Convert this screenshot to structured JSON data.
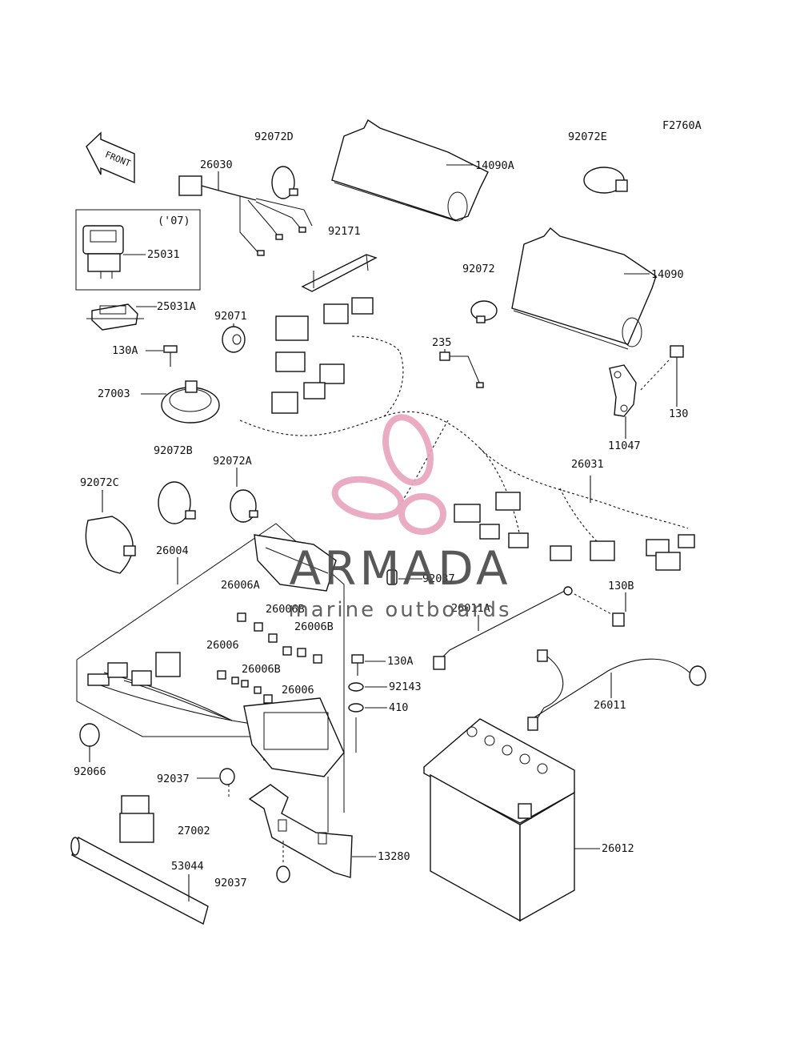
{
  "diagram_code": "F2760A",
  "front_arrow": {
    "text": "FRONT",
    "icon": "front-arrow-icon"
  },
  "inset_year": "('07)",
  "watermark": {
    "brand": "ARMADA",
    "tagline": "marine outboards",
    "icon": "propeller-logo-icon",
    "brand_color": "#4a4a4a",
    "logo_color": "#e8a6bd"
  },
  "labels": {
    "l_26030": "26030",
    "l_25031": "25031",
    "l_25031A": "25031A",
    "l_130A_top": "130A",
    "l_27003": "27003",
    "l_92072D": "92072D",
    "l_92171": "92171",
    "l_92071": "92071",
    "l_14090A": "14090A",
    "l_92072E": "92072E",
    "l_92072": "92072",
    "l_14090": "14090",
    "l_235": "235",
    "l_130": "130",
    "l_11047": "11047",
    "l_26031": "26031",
    "l_92072B": "92072B",
    "l_92072A": "92072A",
    "l_92072C": "92072C",
    "l_26004": "26004",
    "l_26006A": "26006A",
    "l_26006B_1": "26006B",
    "l_26006B_2": "26006B",
    "l_26006_1": "26006",
    "l_26006B_3": "26006B",
    "l_26006_2": "26006",
    "l_92037_mid": "92037",
    "l_130A_mid": "130A",
    "l_92143": "92143",
    "l_410": "410",
    "l_26011A": "26011A",
    "l_130B": "130B",
    "l_26011": "26011",
    "l_92066": "92066",
    "l_92037_low": "92037",
    "l_27002": "27002",
    "l_53044": "53044",
    "l_92037_bot": "92037",
    "l_13280": "13280",
    "l_26012": "26012"
  }
}
